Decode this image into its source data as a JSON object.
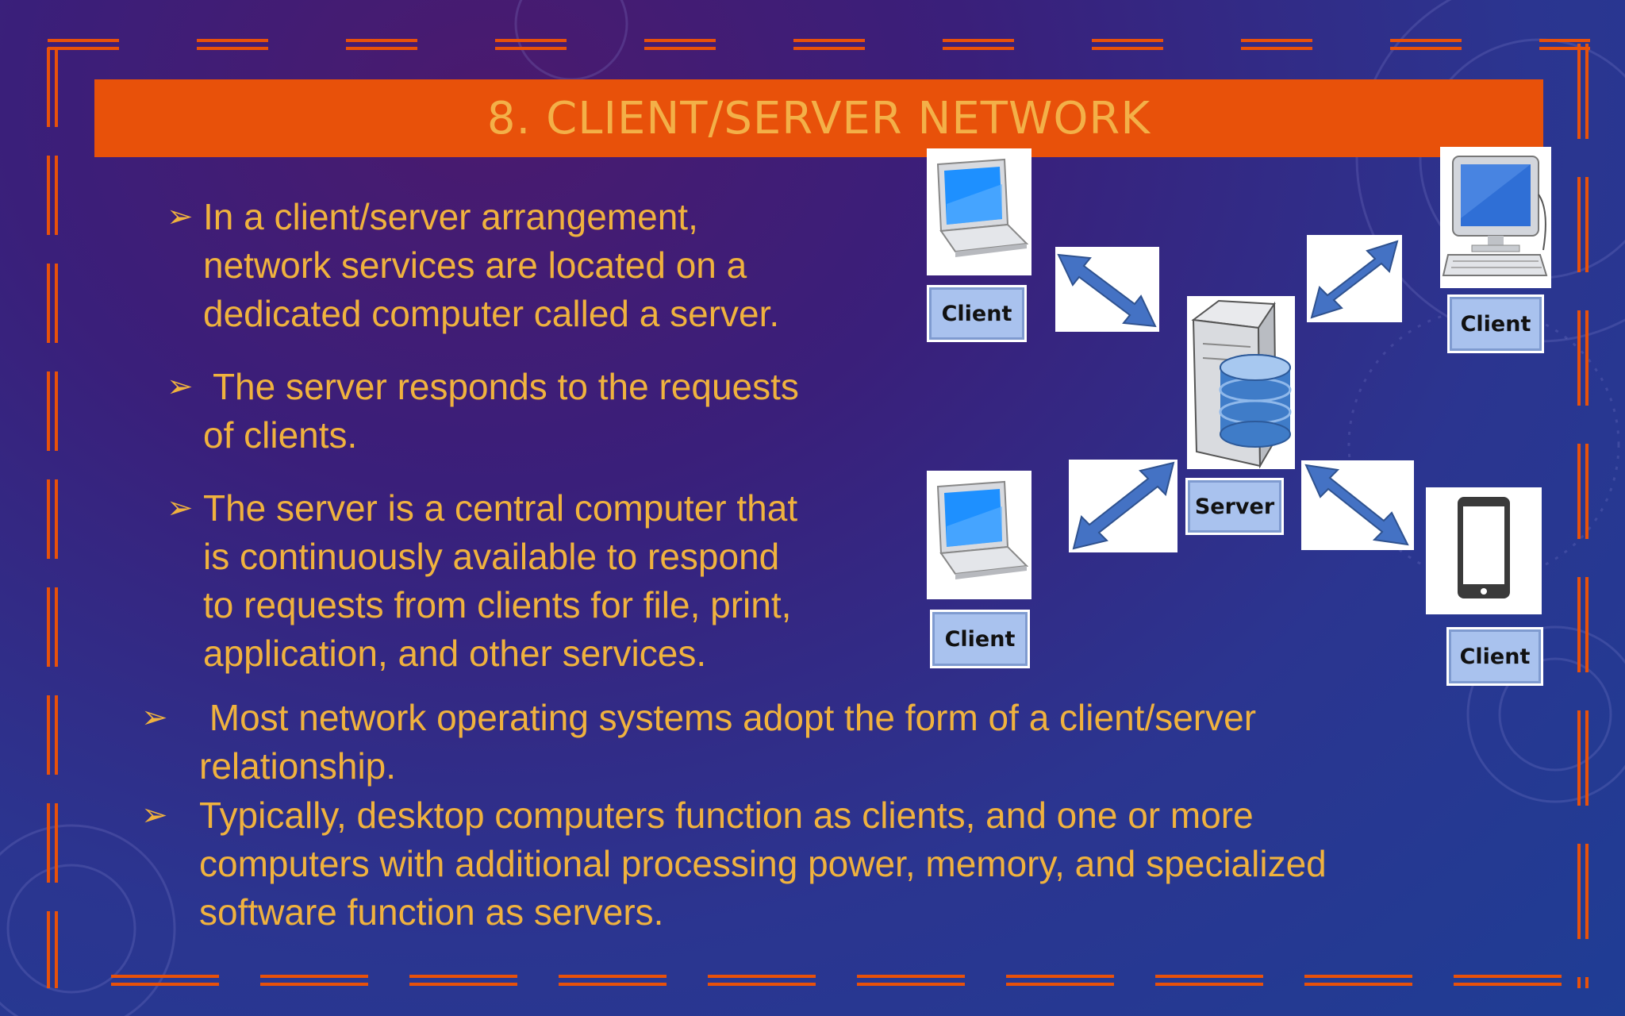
{
  "slide": {
    "title": "8. CLIENT/SERVER NETWORK",
    "bullet_marker": "➢",
    "bullets": [
      {
        "lines": [
          "In a client/server arrangement,",
          "network services are located on a",
          "dedicated computer called a server."
        ]
      },
      {
        "lines": [
          " The server responds to the requests",
          "of clients."
        ]
      },
      {
        "lines": [
          "The server is a central computer that",
          "is continuously available to respond",
          "to requests from clients for file, print,",
          "application, and other services."
        ]
      },
      {
        "lines": [
          " Most network operating systems adopt the form of a client/server",
          "relationship."
        ]
      },
      {
        "lines": [
          "Typically, desktop computers function as clients, and one or more",
          "computers with additional processing power, memory, and specialized",
          "software function as servers."
        ]
      }
    ]
  },
  "diagram": {
    "client_label": "Client",
    "server_label": "Server",
    "nodes": [
      {
        "role": "client",
        "icon": "laptop-icon"
      },
      {
        "role": "client",
        "icon": "desktop-computer-icon"
      },
      {
        "role": "server",
        "icon": "server-database-icon"
      },
      {
        "role": "client",
        "icon": "laptop-icon"
      },
      {
        "role": "client",
        "icon": "smartphone-icon"
      }
    ]
  },
  "colors": {
    "title_bar": "#e8510a",
    "title_text": "#f3b048",
    "body_text": "#f0b23e",
    "frame": "#e8510a",
    "arrow": "#4472c4",
    "label_fill": "#a9c2ee"
  }
}
